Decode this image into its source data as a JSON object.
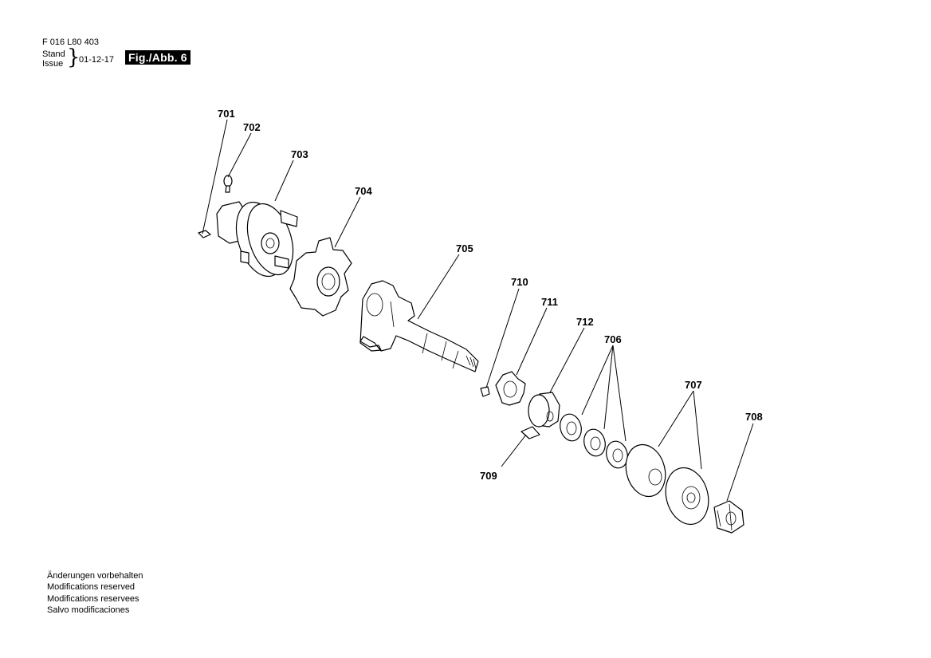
{
  "header": {
    "doc_number": "F 016 L80 403",
    "stand_label": "Stand",
    "issue_label": "Issue",
    "date": "01-12-17",
    "fig_label": "Fig./Abb. 6"
  },
  "parts": {
    "p701": "701",
    "p702": "702",
    "p703": "703",
    "p704": "704",
    "p705": "705",
    "p706": "706",
    "p707": "707",
    "p708": "708",
    "p709": "709",
    "p710": "710",
    "p711": "711",
    "p712": "712"
  },
  "footer": {
    "line1": "Änderungen vorbehalten",
    "line2": "Modifications reserved",
    "line3": "Modifications reservees",
    "line4": "Salvo modificaciones"
  }
}
